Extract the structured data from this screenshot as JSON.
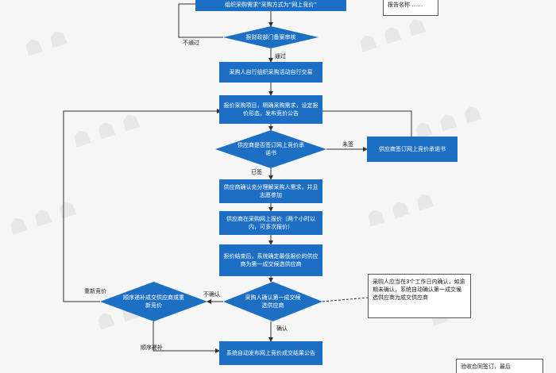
{
  "boxes": {
    "top": "组织采购需求“采购方式为“网上竞价”",
    "organize": "采购人自行组织采购活动自行交易",
    "publish": "报价采购项目，明确采购需求，设定报价形态，发布竞价公告",
    "supplier_confirm": "供应商确认充分理解采购人需求，并且志愿参加",
    "bid": "供应商在采购网上报价（两个小时以内，可多次报价）",
    "close": "报价结束后，系统确定最低报价的供应商为第一成交候选供应商",
    "publish_result": "系统自动发布网上竞价成交结果公告"
  },
  "diamonds": {
    "approve": "报财政部门备案审核",
    "signed": "供应商是否签订网上竞价承诺书",
    "confirm_first": "采购人确认第一成交候选供应商",
    "choose": "顺序递补成交供应商或重新竞价"
  },
  "side_box": "供应商签订网上竞价承诺书",
  "notes": {
    "top": "报告名称 ……",
    "middle": "采购人应当在3个工作日内确认，如逾期未确认，系统自动确认第一成交候选供应商为成交供应商",
    "bottom": "验收合同签订，最后"
  },
  "labels": {
    "not_pass": "不通过",
    "pass": "通过",
    "not_signed": "未签",
    "signed": "已签",
    "rebid": "重新竞价",
    "not_confirm": "不确认",
    "confirm": "确认",
    "fill_in_order": "顺序递补"
  }
}
